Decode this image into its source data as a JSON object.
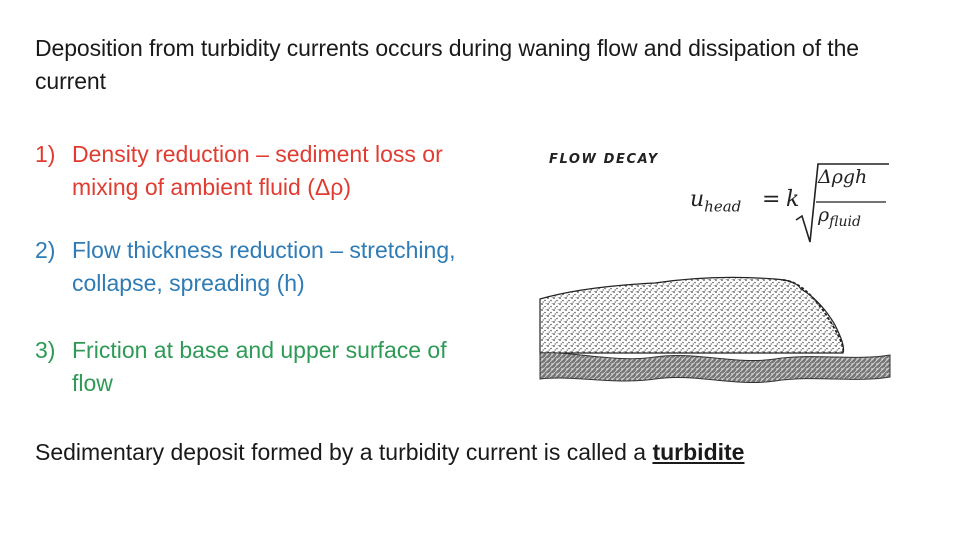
{
  "intro": "Deposition from turbidity currents occurs during waning flow and dissipation of the current",
  "items": [
    {
      "num": "1)",
      "text": "Density reduction – sediment loss or mixing of ambient fluid (Δρ)",
      "color": "#e03c31"
    },
    {
      "num": "2)",
      "text": "Flow thickness reduction – stretching, collapse, spreading (h)",
      "color": "#2e7bb5"
    },
    {
      "num": "3)",
      "text": "Friction at base and upper surface of flow",
      "color": "#2e9a56"
    }
  ],
  "closing": {
    "text": "Sedimentary deposit formed by a turbidity current is called a ",
    "keyword": "turbidite"
  },
  "figure": {
    "title": "FLOW DECAY",
    "equation": {
      "lhs": "u",
      "lhs_sub": "head",
      "equals": "=",
      "k": "k",
      "numerator": "Δρgh",
      "denominator": "ρ",
      "denominator_sub": "fluid"
    }
  }
}
